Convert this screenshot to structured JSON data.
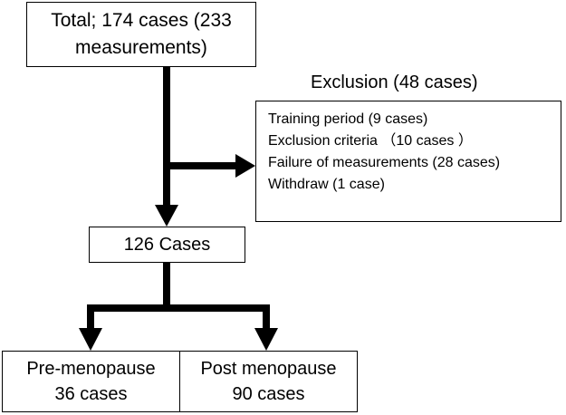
{
  "total": {
    "line1": "Total; 174 cases (233",
    "line2": "measurements)"
  },
  "exclusion": {
    "title": "Exclusion (48 cases)",
    "items": [
      "Training period (9 cases)",
      "Exclusion criteria （10 cases ）",
      "Failure of measurements (28 cases)",
      "Withdraw  (1 case)"
    ]
  },
  "remaining": "126 Cases",
  "groups": [
    {
      "line1": "Pre-menopause",
      "line2": "36 cases"
    },
    {
      "line1": "Post menopause",
      "line2": "90 cases"
    }
  ]
}
